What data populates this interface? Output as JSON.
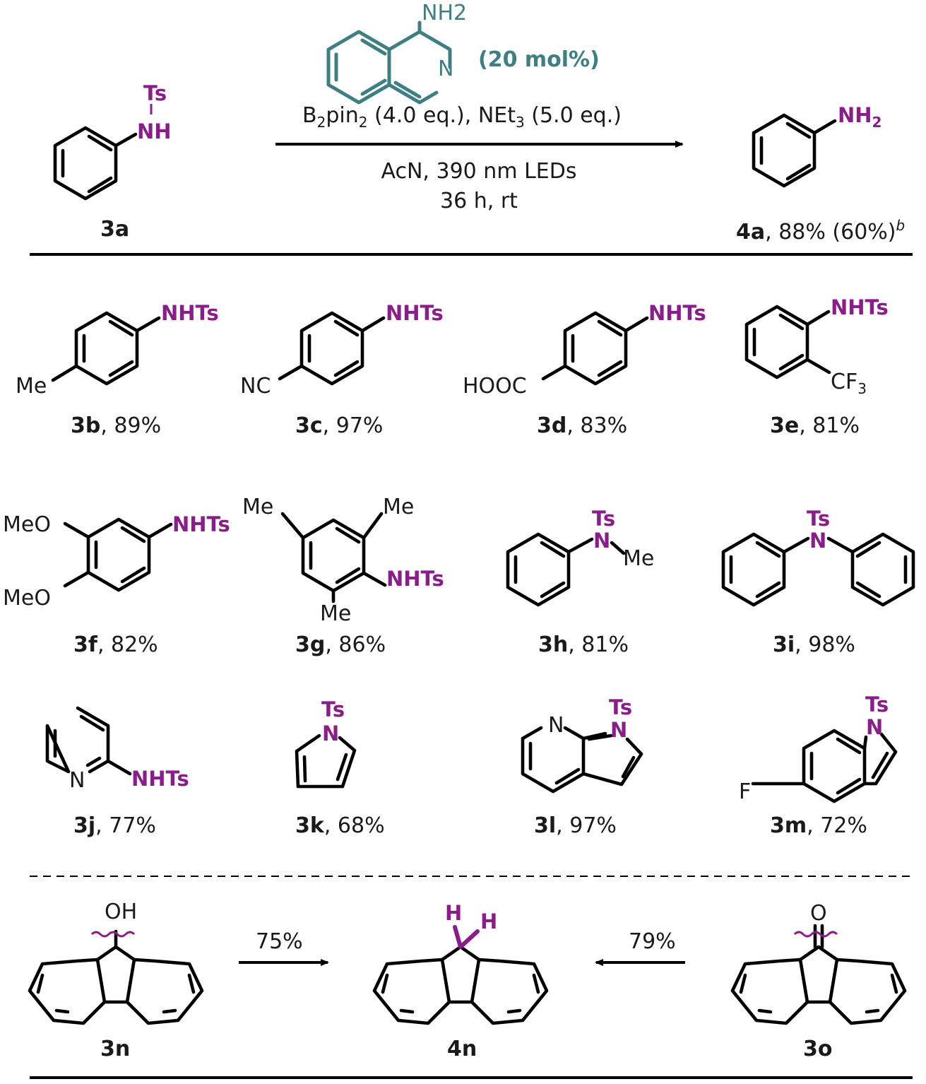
{
  "catalyst": {
    "amino_label": "NH2",
    "ring_n_label": "N",
    "loading": "(20 mol%)"
  },
  "conditions": {
    "line1_b2pin2": "B",
    "line1_b2pin2_sub": "2",
    "line1_b2pin2_rest": "pin",
    "line1_b2pin2_sub2": "2",
    "line1_rest": " (4.0 eq.), NEt",
    "line1_net3_sub": "3",
    "line1_end": " (5.0 eq.)",
    "line2": "AcN, 390 nm LEDs",
    "line3": "36 h, rt"
  },
  "reaction": {
    "substrate": {
      "id": "3a",
      "group": "Ts",
      "nh": "NH"
    },
    "product": {
      "id": "4a",
      "amine": "NH",
      "amine_sub": "2",
      "yield": ", 88% (60%)",
      "footnote": "b"
    }
  },
  "substrates": [
    {
      "id": "3b",
      "yield": ", 89%",
      "group": "NHTs",
      "substituent": "Me"
    },
    {
      "id": "3c",
      "yield": ", 97%",
      "group": "NHTs",
      "substituent": "NC"
    },
    {
      "id": "3d",
      "yield": ", 83%",
      "group": "NHTs",
      "substituent": "HOOC"
    },
    {
      "id": "3e",
      "yield": ", 81%",
      "group": "NHTs",
      "substituent": "CF",
      "substituent_sub": "3"
    },
    {
      "id": "3f",
      "yield": ", 82%",
      "group": "NHTs",
      "substituent": "MeO",
      "substituent2": "MeO"
    },
    {
      "id": "3g",
      "yield": ", 86%",
      "group": "NHTs",
      "substituent": "Me",
      "substituent2": "Me",
      "substituent3": "Me"
    },
    {
      "id": "3h",
      "yield": ", 81%",
      "group": "Ts",
      "n_label": "N",
      "substituent": "Me"
    },
    {
      "id": "3i",
      "yield": ", 98%",
      "group": "Ts",
      "n_label": "N"
    },
    {
      "id": "3j",
      "yield": ", 77%",
      "group": "NHTs",
      "ring_n": "N"
    },
    {
      "id": "3k",
      "yield": ", 68%",
      "group": "Ts",
      "n_label": "N"
    },
    {
      "id": "3l",
      "yield": ", 97%",
      "group": "Ts",
      "n_label": "N",
      "ring_n": "N"
    },
    {
      "id": "3m",
      "yield": ", 72%",
      "group": "Ts",
      "n_label": "N",
      "substituent": "F"
    }
  ],
  "fluorene": {
    "left": {
      "id": "3n",
      "label": "OH"
    },
    "center": {
      "id": "4n",
      "h1": "H",
      "h2": "H"
    },
    "right": {
      "id": "3o",
      "label": "O"
    },
    "left_arrow_yield": "75%",
    "right_arrow_yield": "79%"
  },
  "colors": {
    "highlight": "#8b1d8b",
    "catalyst": "#3d7f82",
    "ink": "#1a1a1a"
  }
}
